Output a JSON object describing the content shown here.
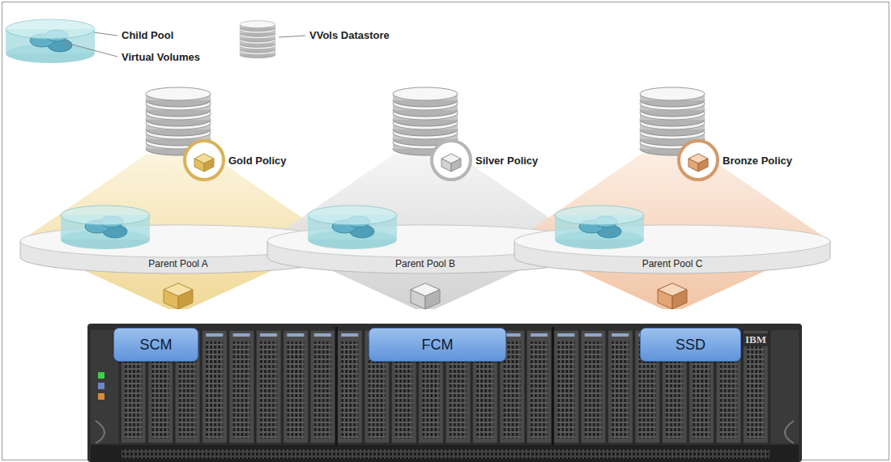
{
  "diagram": {
    "nodes": [
      {
        "text": [
          "Parent Pool A"
        ]
      },
      {
        "text": [
          "Parent Pool B"
        ]
      },
      {
        "text": [
          "Parent Pool C"
        ]
      },
      {
        "text": [
          "IBM"
        ]
      },
      {
        "text": [
          "SCM"
        ],
        "in": 3
      },
      {
        "text": [
          "FCM"
        ],
        "in": 3
      },
      {
        "text": [
          "SSD"
        ],
        "in": 3
      }
    ],
    "labels": [
      "Child Pool",
      "Virtual Volumes",
      "VVols Datastore",
      "Gold Policy",
      "Silver Policy",
      "Bronze Policy"
    ]
  }
}
